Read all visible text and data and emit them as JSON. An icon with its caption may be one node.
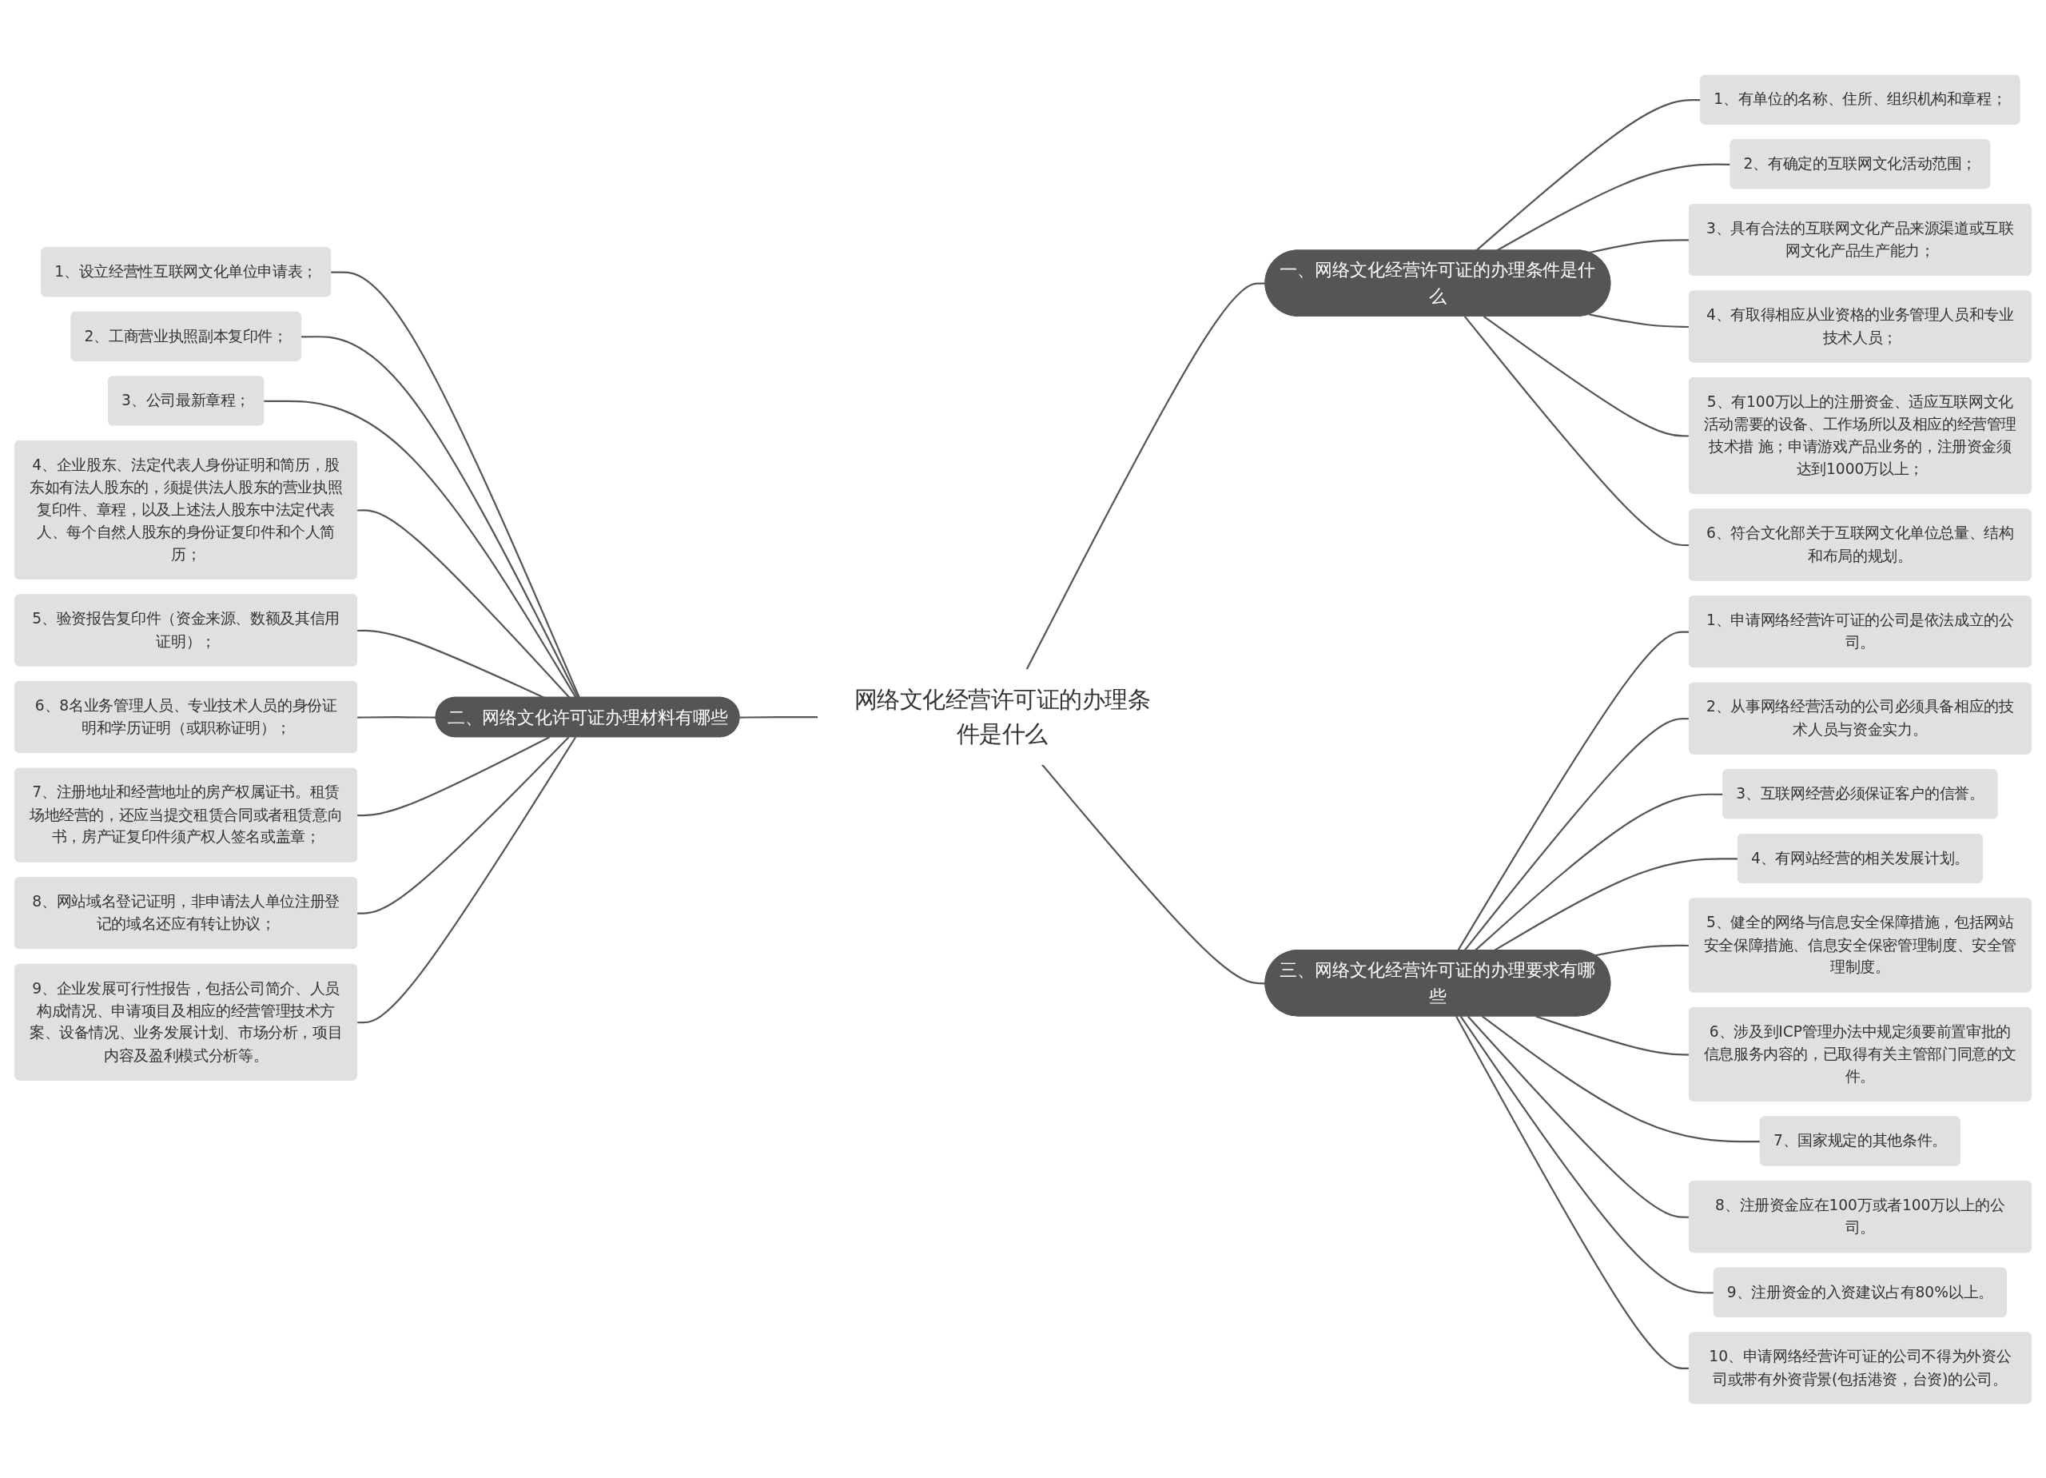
{
  "diagram": {
    "nodes": [
      {
        "text": [
          "网络文化经营许可证的办理条件是什么"
        ]
      },
      {
        "text": [
          "一、网络文化经营许可证的办理条件是什么"
        ]
      },
      {
        "text": [
          "1、有单位的名称、住所、组织机构和章程；"
        ]
      },
      {
        "text": [
          "2、有确定的互联网文化活动范围；"
        ]
      },
      {
        "text": [
          "3、具有合法的互联网文化产品来源渠道或互联网文化产品生产能力；"
        ]
      },
      {
        "text": [
          "4、有取得相应从业资格的业务管理人员和专业技术人员；"
        ]
      },
      {
        "text": [
          "5、有100万以上的注册资金、适应互联网文化活动需要的设备、工作场所以及相应的经营管理技术措 施；申请游戏产品业务的，注册资金须达到1000万以上；"
        ]
      },
      {
        "text": [
          "6、符合文化部关于互联网文化单位总量、结构和布局的规划。"
        ]
      },
      {
        "text": [
          "二、网络文化许可证办理材料有哪些"
        ]
      },
      {
        "text": [
          "1、设立经营性互联网文化单位申请表；"
        ]
      },
      {
        "text": [
          "2、工商营业执照副本复印件；"
        ]
      },
      {
        "text": [
          "3、公司最新章程；"
        ]
      },
      {
        "text": [
          "4、企业股东、法定代表人身份证明和简历，股东如有法人股东的，须提供法人股东的营业执照复印件、章程，以及上述法人股东中法定代表人、每个自然人股东的身份证复印件和个人简历；"
        ]
      },
      {
        "text": [
          "5、验资报告复印件（资金来源、数额及其信用证明）；"
        ]
      },
      {
        "text": [
          "6、8名业务管理人员、专业技术人员的身份证明和学历证明（或职称证明）；"
        ]
      },
      {
        "text": [
          "7、注册地址和经营地址的房产权属证书。租赁场地经营的，还应当提交租赁合同或者租赁意向书，房产证复印件须产权人签名或盖章；"
        ]
      },
      {
        "text": [
          "8、网站域名登记证明，非申请法人单位注册登记的域名还应有转让协议；"
        ]
      },
      {
        "text": [
          "9、企业发展可行性报告，包括公司简介、人员构成情况、申请项目及相应的经营管理技术方案、设备情况、业务发展计划、市场分析，项目内容及盈利模式分析等。"
        ]
      },
      {
        "text": [
          "三、网络文化经营许可证的办理要求有哪些"
        ]
      },
      {
        "text": [
          "1、申请网络经营许可证的公司是依法成立的公司。"
        ]
      },
      {
        "text": [
          "2、从事网络经营活动的公司必须具备相应的技术人员与资金实力。"
        ]
      },
      {
        "text": [
          "3、互联网经营必须保证客户的信誉。"
        ]
      },
      {
        "text": [
          "4、有网站经营的相关发展计划。"
        ]
      },
      {
        "text": [
          "5、健全的网络与信息安全保障措施，包括网站安全保障措施、信息安全保密管理制度、安全管理制度。"
        ]
      },
      {
        "text": [
          "6、涉及到ICP管理办法中规定须要前置审批的信息服务内容的，已取得有关主管部门同意的文件。"
        ]
      },
      {
        "text": [
          "7、国家规定的其他条件。"
        ]
      },
      {
        "text": [
          "8、注册资金应在100万或者100万以上的公司。"
        ]
      },
      {
        "text": [
          "9、注册资金的入资建议占有80%以上。"
        ]
      },
      {
        "text": [
          "10、申请网络经营许可证的公司不得为外资公司或带有外资背景(包括港资，台资)的公司。"
        ]
      }
    ],
    "edges": [
      {
        "from": 0,
        "to": 1,
        "arrow": "none"
      },
      {
        "from": 1,
        "to": 2,
        "arrow": "none"
      },
      {
        "from": 1,
        "to": 3,
        "arrow": "none"
      },
      {
        "from": 1,
        "to": 4,
        "arrow": "none"
      },
      {
        "from": 1,
        "to": 5,
        "arrow": "none"
      },
      {
        "from": 1,
        "to": 6,
        "arrow": "none"
      },
      {
        "from": 1,
        "to": 7,
        "arrow": "none"
      },
      {
        "from": 8,
        "to": 0,
        "arrow": "none"
      },
      {
        "from": 9,
        "to": 8,
        "arrow": "none"
      },
      {
        "from": 10,
        "to": 8,
        "arrow": "none"
      },
      {
        "from": 11,
        "to": 8,
        "arrow": "none"
      },
      {
        "from": 12,
        "to": 8,
        "arrow": "none"
      },
      {
        "from": 13,
        "to": 8,
        "arrow": "none"
      },
      {
        "from": 14,
        "to": 8,
        "arrow": "none"
      },
      {
        "from": 15,
        "to": 8,
        "arrow": "none"
      },
      {
        "from": 16,
        "to": 8,
        "arrow": "none"
      },
      {
        "from": 17,
        "to": 8,
        "arrow": "none"
      },
      {
        "from": 0,
        "to": 18,
        "arrow": "none"
      },
      {
        "from": 18,
        "to": 19,
        "arrow": "none"
      },
      {
        "from": 18,
        "to": 20,
        "arrow": "none"
      },
      {
        "from": 18,
        "to": 21,
        "arrow": "none"
      },
      {
        "from": 18,
        "to": 22,
        "arrow": "none"
      },
      {
        "from": 18,
        "to": 23,
        "arrow": "none"
      },
      {
        "from": 18,
        "to": 24,
        "arrow": "none"
      },
      {
        "from": 18,
        "to": 25,
        "arrow": "none"
      },
      {
        "from": 18,
        "to": 26,
        "arrow": "none"
      },
      {
        "from": 18,
        "to": 27,
        "arrow": "none"
      },
      {
        "from": 18,
        "to": 28,
        "arrow": "none"
      }
    ]
  }
}
